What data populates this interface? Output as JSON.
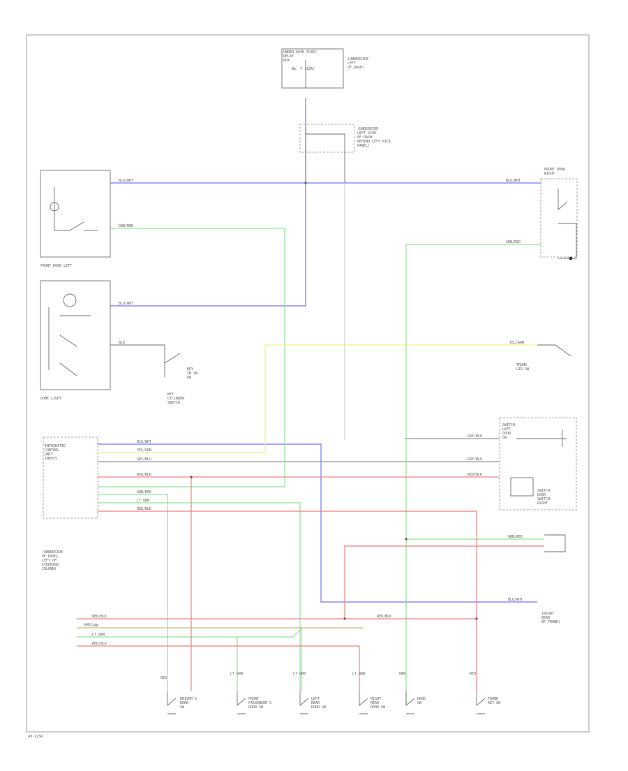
{
  "labels": {
    "fuse_box": "UNDER-DASH FUSE/\nRELAY\nBOX",
    "fuse_box_note": "(UNDERSIDE\nLEFT\nOF DASH)",
    "fuse_no": "No. 7 (10A)",
    "junction_top": "(UNDERSIDE\nLEFT SIDE\nOF DASH,\nBEHIND LEFT KICK\nPANEL)",
    "front_right": "FRONT DOOR\nRIGHT",
    "front_left": "FRONT DOOR LEFT",
    "dome_light": "DOME LIGHT",
    "switch_left": "SWITCH\nLEFT\nDOOR\nSW",
    "switch_right": "SWITCH\nDOOR\nSWITCH\nRIGHT",
    "trunk_sw": "TRUNK\nLID SW",
    "key_in_sw": "KEY\nIN SW\nON",
    "key_switch": "KEY\nCYLINDER\nSWITCH",
    "cu_left": "INTEGRATED\nCONTROL\nUNIT\nINPUTS",
    "cu_notes": "(UNDERSIDE\nOF DASH,\nLEFT OF\nSTEERING\nCOLUMN)",
    "bottom_note": "(RIGHT\nREAR\nOF TRUNK)",
    "ground": "G401",
    "bottom_left_code": "49-1234"
  },
  "wire_labels": {
    "blue": "BLU/WHT",
    "green": "GRN/RED",
    "yellow": "YEL/GRN",
    "red": "RED/BLK",
    "gray": "GRY/BLU",
    "lt_green": "LT GRN",
    "tan": "TAN",
    "black": "BLK"
  },
  "bottom_switches": [
    {
      "name": "DRIVER'S\nDOOR\nSW",
      "wire": "RED"
    },
    {
      "name": "FRONT\nPASSENGER'S\nDOOR SW",
      "wire": "LT GRN"
    },
    {
      "name": "LEFT\nREAR\nDOOR SW",
      "wire": "LT GRN"
    },
    {
      "name": "RIGHT\nREAR\nDOOR SW",
      "wire": "LT GRN"
    },
    {
      "name": "HOOD\nSW",
      "wire": "GRN"
    },
    {
      "name": "TRUNK\nKEY SW",
      "wire": "RED"
    }
  ]
}
